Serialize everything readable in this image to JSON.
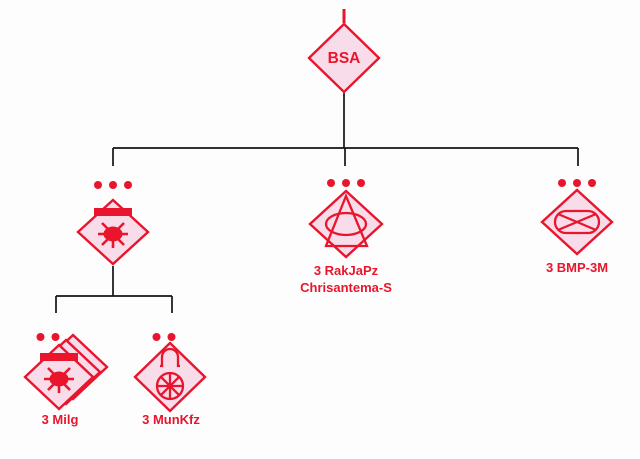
{
  "palette": {
    "symbol_red": "#e8152d",
    "symbol_fill": "#f9dcea",
    "connector": "#141414",
    "background": "#fdfdfd"
  },
  "units": {
    "bsa": {
      "label": "BSA",
      "echelon_dots": 0,
      "icon": "hostile-diamond-frame",
      "top_tick": true
    },
    "mine_company": {
      "echelon_dots": 3,
      "icon": "minelayer-icon"
    },
    "rakjapz": {
      "label_line1": "3 RakJaPz",
      "label_line2": "Chrisantema-S",
      "echelon_dots": 3,
      "icon": "anti-tank-missile-icon"
    },
    "bmp": {
      "label": "3 BMP-3M",
      "echelon_dots": 3,
      "icon": "mechanized-infantry-icon"
    },
    "milg": {
      "label": "3 Milg",
      "echelon_dots": 2,
      "stacked_frames": 3,
      "icon": "minelayer-icon"
    },
    "munkfz": {
      "label": "3 MunKfz",
      "echelon_dots": 2,
      "icon": "ammunition-vehicle-icon"
    }
  }
}
